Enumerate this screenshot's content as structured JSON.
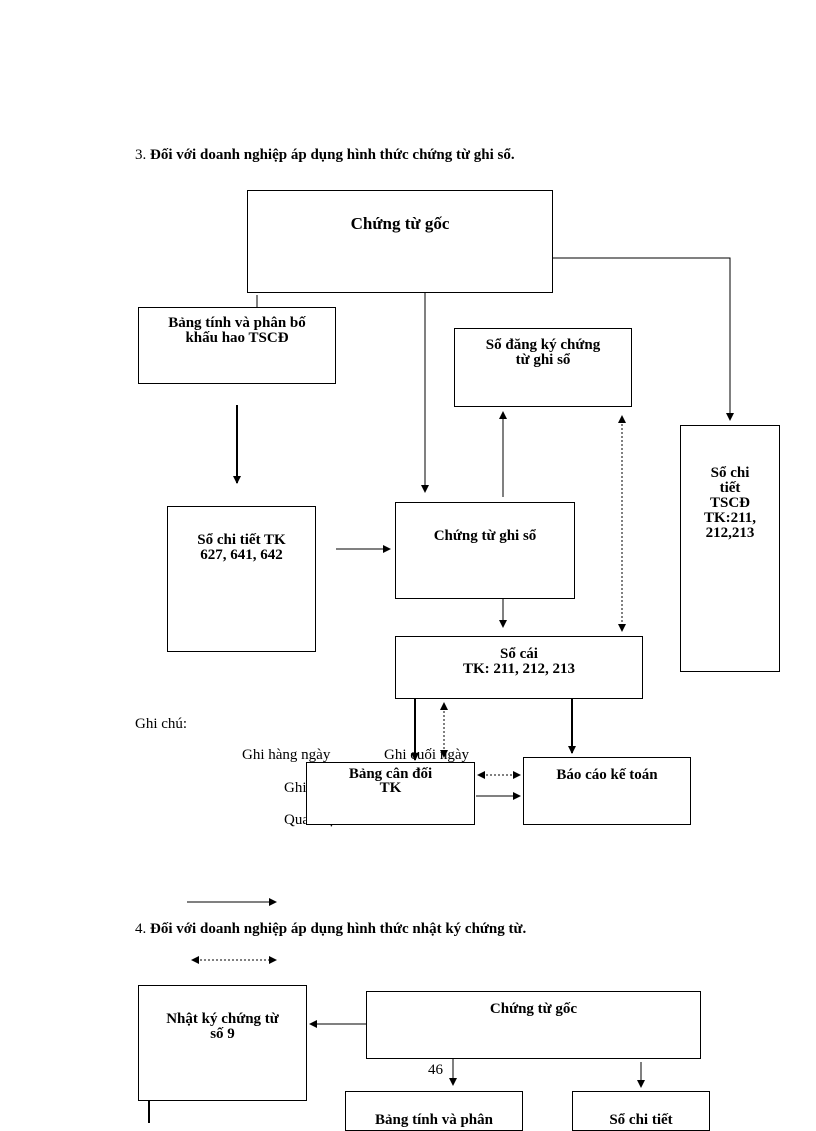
{
  "section3": {
    "number": "3.",
    "title": "Đối với doanh nghiệp áp dụng hình thức chứng từ ghi sổ."
  },
  "section4": {
    "number": "4.",
    "title": "Đối với doanh nghiệp áp dụng hình thức nhật ký chứng từ."
  },
  "diagram1": {
    "chung_tu_goc": "Chứng từ gốc",
    "bang_tinh": [
      "Bảng tính và phân bố",
      "khấu hao TSCĐ"
    ],
    "so_dang_ky": [
      "Sổ đăng ký chứng",
      "từ ghi sổ"
    ],
    "so_chi_tiet_tscd": [
      "Sổ chi",
      "tiết",
      "TSCĐ",
      "TK:211,",
      "212,213"
    ],
    "so_chi_tiet_tk": [
      "Sổ chi tiết TK",
      "627, 641, 642"
    ],
    "chung_tu_ghi_so": "Chứng từ ghi sổ",
    "so_cai": [
      "Sổ cái",
      "TK: 211, 212, 213"
    ],
    "bang_can_doi": [
      "Bảng cân đối",
      "TK"
    ],
    "bao_cao": "Báo cáo kế toán"
  },
  "legend": {
    "title": "Ghi chú:",
    "line1": "Ghi hàng ngày",
    "line1b": "Ghi cuối ngày",
    "line2": "Ghi",
    "line3": "Quan hệ đối chiếu"
  },
  "diagram2": {
    "nhat_ky": [
      "Nhật ký chứng từ",
      "số 9"
    ],
    "chung_tu_goc": "Chứng từ gốc",
    "page_number": "46",
    "bang_tinh": "Bảng tính và phân",
    "so_chi_tiet": "Sổ chi tiết"
  }
}
